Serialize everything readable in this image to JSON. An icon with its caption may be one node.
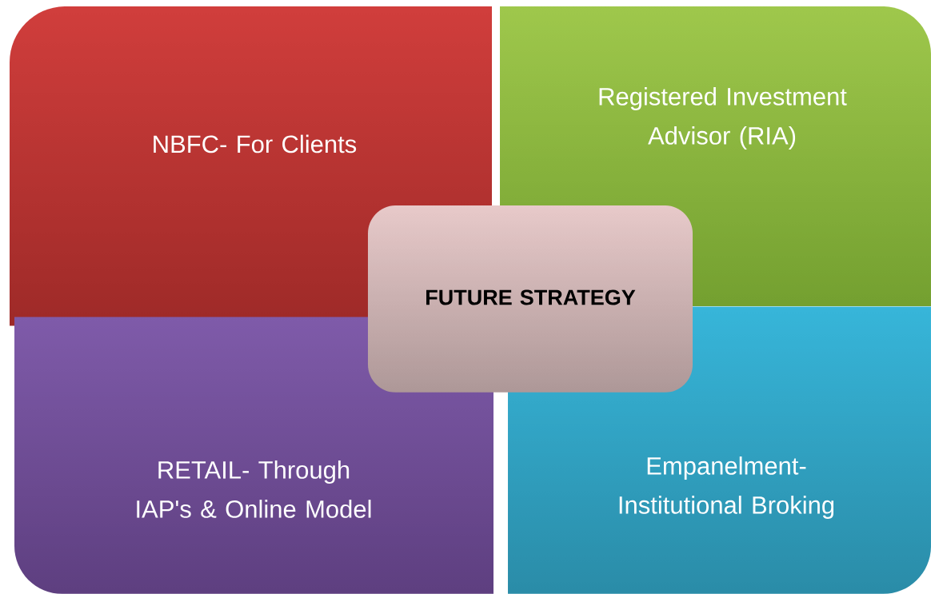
{
  "diagram": {
    "nodes": [
      {
        "text": [
          "NBFC- For Clients"
        ]
      },
      {
        "text": [
          "Registered Investment Advisor  (RIA)"
        ]
      },
      {
        "text": [
          "FUTURE STRATEGY"
        ]
      },
      {
        "text": [
          "RETAIL- Through IAP's & Online Model"
        ]
      },
      {
        "text": [
          "Empanelment- Institutional Broking"
        ]
      }
    ]
  }
}
